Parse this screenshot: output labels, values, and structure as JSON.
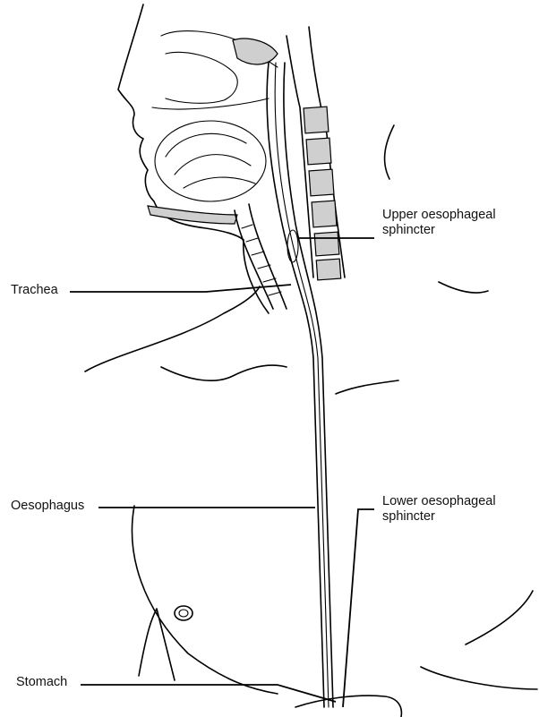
{
  "title": "Oesophagus anatomy diagram",
  "labels": {
    "upper_sphincter_line1": "Upper oesophageal",
    "upper_sphincter_line2": "sphincter",
    "trachea": "Trachea",
    "oesophagus": "Oesophagus",
    "lower_sphincter_line1": "Lower oesophageal",
    "lower_sphincter_line2": "sphincter",
    "stomach": "Stomach"
  }
}
